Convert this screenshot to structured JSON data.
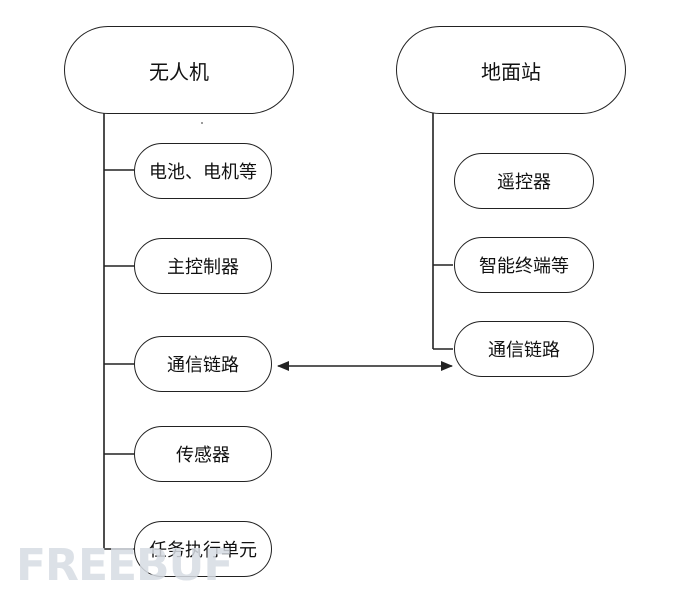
{
  "uav": {
    "title": "无人机",
    "components": [
      "电池、电机等",
      "主控制器",
      "通信链路",
      "传感器",
      "任务执行单元"
    ]
  },
  "ground_station": {
    "title": "地面站",
    "components": [
      "遥控器",
      "智能终端等",
      "通信链路"
    ]
  },
  "link": {
    "type": "bidirectional-arrow",
    "from": "uav.components.2",
    "to": "ground_station.components.2"
  },
  "watermark": "FREEBUF",
  "colors": {
    "stroke": "#222222",
    "watermark": "#d7dce3"
  }
}
